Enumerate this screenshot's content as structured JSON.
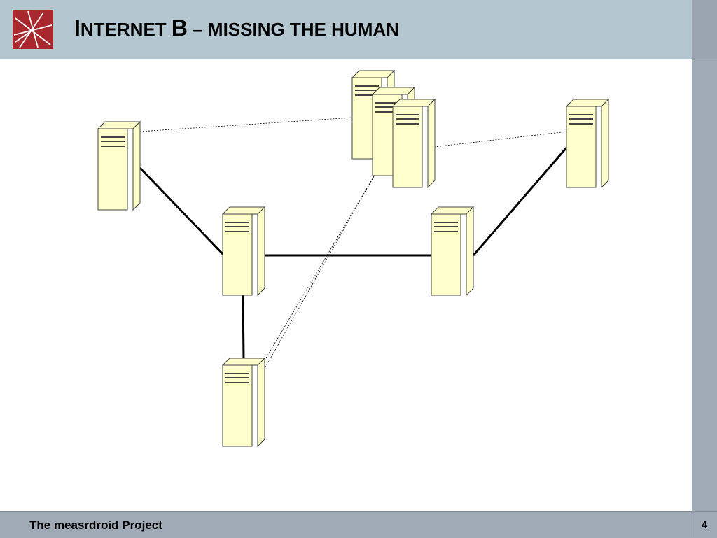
{
  "slide": {
    "title_letter_i": "I",
    "title_rest": "nternet ",
    "title_b": "B",
    "title_subtitle": " – missing the human",
    "footer_text": "The measrdroid Project",
    "page_number": "4"
  },
  "colors": {
    "header_bg": "#b4c6d0",
    "sidebar_bg": "#a0aab6",
    "logo_red": "#a8282e",
    "server_face": "#ffffcc",
    "server_stroke": "#444444"
  },
  "diagram": {
    "servers": [
      "server-left-top",
      "server-center-left",
      "server-bottom",
      "server-center-right",
      "server-right",
      "server-cluster-1",
      "server-cluster-2",
      "server-cluster-3"
    ],
    "solid_links": 4,
    "dotted_links": 4
  }
}
